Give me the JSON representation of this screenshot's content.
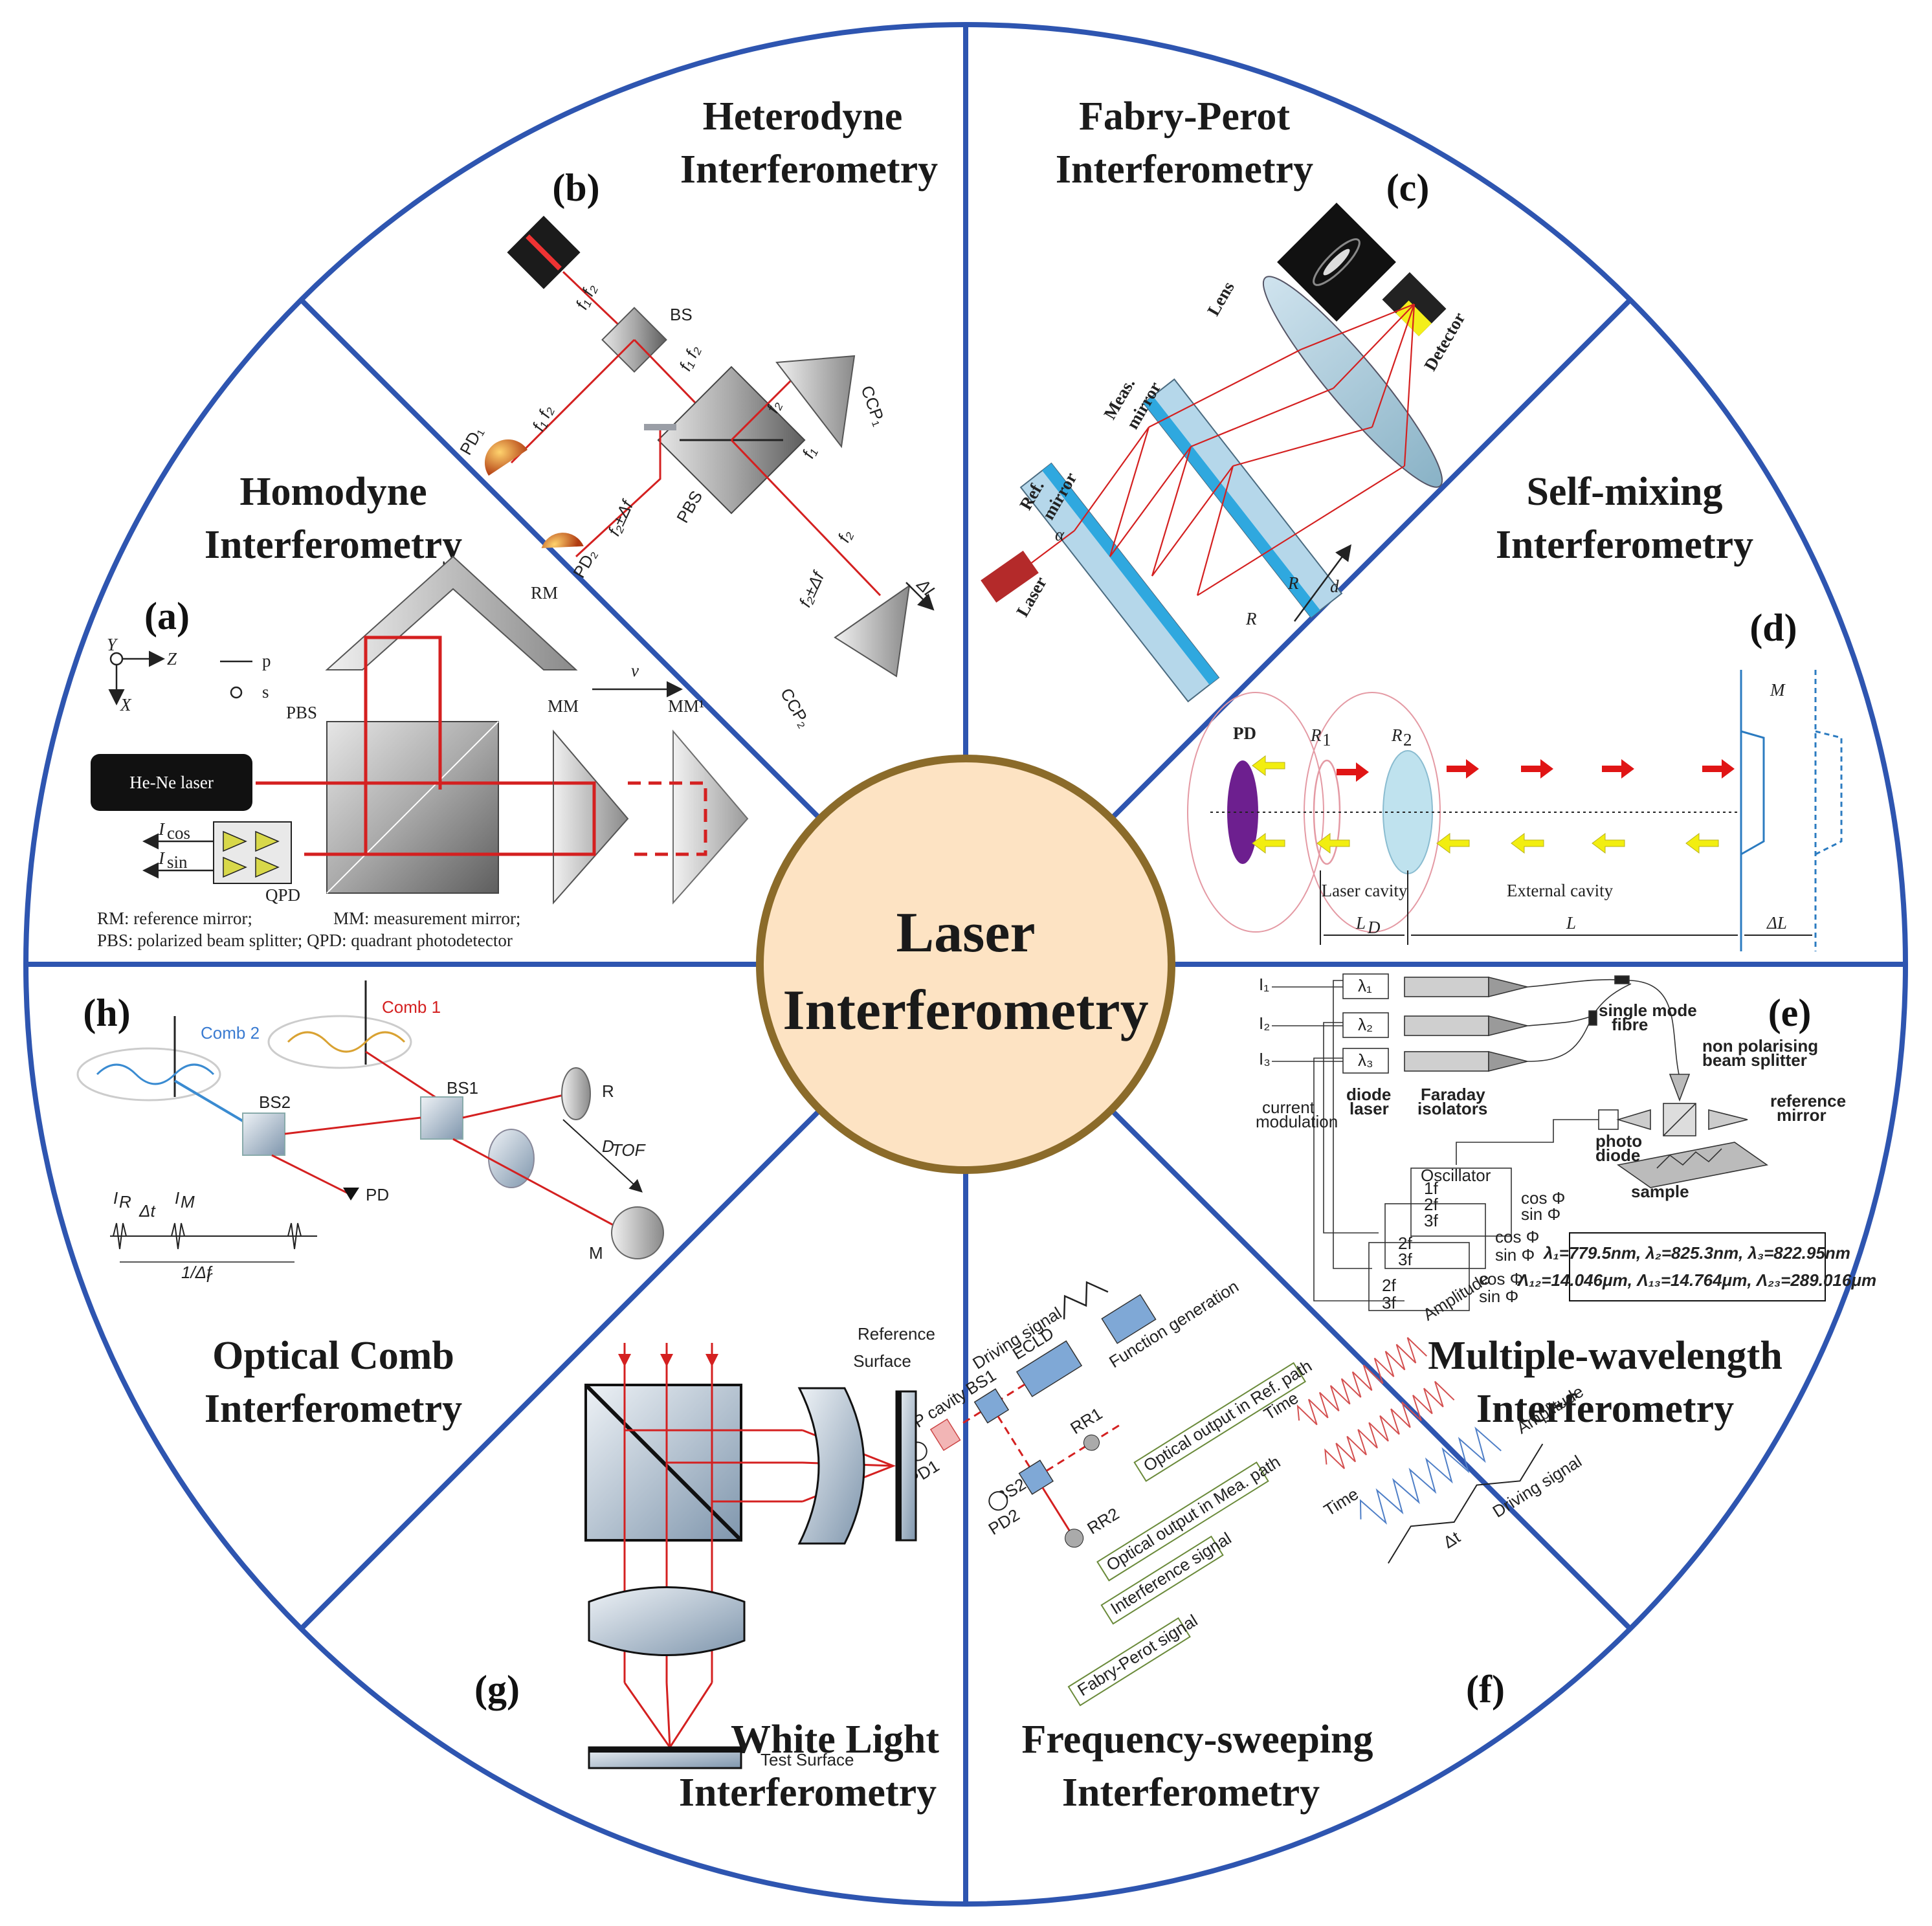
{
  "center": {
    "line1": "Laser",
    "line2": "Interferometry",
    "fill": "#fde3c3",
    "border": "#8b6b2a"
  },
  "frame": {
    "line_color": "#2e55b0"
  },
  "sectors": {
    "a": {
      "tag": "(a)",
      "title1": "Homodyne",
      "title2": "Interferometry",
      "labels": {
        "rm": "RM",
        "pbs": "PBS",
        "mm": "MM",
        "mm1": "MM¹",
        "v": "v",
        "laser": "He-Ne laser",
        "qpd": "QPD",
        "icos": "I",
        "icos_sub": "cos",
        "isin": "I",
        "isin_sub": "sin",
        "y": "Y",
        "z": "Z",
        "x": "X",
        "p": "p",
        "s": "s",
        "caption1": "RM: reference mirror;",
        "caption2": "MM: measurement mirror;",
        "caption3": "PBS: polarized beam splitter; QPD: quadrant photodetector"
      }
    },
    "b": {
      "tag": "(b)",
      "title1": "Heterodyne",
      "title2": "Interferometry",
      "labels": {
        "bs": "BS",
        "pbs": "PBS",
        "ccp1": "CCP₁",
        "ccp2": "CCP₂",
        "pd1": "PD₁",
        "pd2": "PD₂",
        "f1f2": "f₁ f₂",
        "f2": "f₂",
        "f1": "f₁",
        "f2df": "f₂±Δf",
        "dl": "ΔL"
      }
    },
    "c": {
      "tag": "(c)",
      "title1": "Fabry-Perot",
      "title2": "Interferometry",
      "labels": {
        "lens": "Lens",
        "detector": "Detector",
        "meas": "Meas.",
        "mirror": "mirror",
        "ref": "Ref.",
        "laser": "Laser",
        "alpha": "α",
        "r": "R",
        "d": "d"
      }
    },
    "d": {
      "tag": "(d)",
      "title1": "Self-mixing",
      "title2": "Interferometry",
      "labels": {
        "pd": "PD",
        "r1": "R",
        "r1_sub": "1",
        "r2": "R",
        "r2_sub": "2",
        "m": "M",
        "laser_cavity": "Laser cavity",
        "external_cavity": "External cavity",
        "ld": "L",
        "ld_sub": "D",
        "l": "L",
        "dl": "ΔL"
      }
    },
    "e": {
      "tag": "(e)",
      "title1": "Multiple-wavelength",
      "title2": "Interferometry",
      "labels": {
        "i1": "I₁",
        "i2": "I₂",
        "i3": "I₃",
        "l1": "λ₁",
        "l2": "λ₂",
        "l3": "λ₃",
        "smf1": "single mode",
        "smf2": "fibre",
        "npbs1": "non polarising",
        "npbs2": "beam splitter",
        "ref1": "reference",
        "ref2": "mirror",
        "photo1": "photo",
        "photo2": "diode",
        "sample": "sample",
        "cur1": "current",
        "cur2": "modulation",
        "dl1": "diode",
        "dl2": "laser",
        "fi1": "Faraday",
        "fi2": "isolators",
        "osc": "Oscillator",
        "h1": "1f",
        "h2": "2f",
        "h3": "3f",
        "cos": "cos Φ",
        "sin": "sin Φ",
        "wl": "λ₁=779.5nm, λ₂=825.3nm, λ₃=822.95nm",
        "sw": "Λ₁₂=14.046μm, Λ₁₃=14.764μm, Λ₂₃=289.016μm"
      }
    },
    "f": {
      "tag": "(f)",
      "title1": "Frequency-sweeping",
      "title2": "Interferometry",
      "labels": {
        "driving": "Driving signal",
        "funcgen": "Function generation",
        "ecld": "ECLD",
        "bs1": "BS1",
        "bs2": "BS2",
        "rr1": "RR1",
        "rr2": "RR2",
        "pd1": "PD1",
        "pd2": "PD2",
        "fp": "F-P cavity",
        "out_ref": "Optical output in Ref. path",
        "out_mea": "Optical output in Mea. path",
        "interf": "Interference signal",
        "fps": "Fabry-Perot signal",
        "time": "Time",
        "amp": "Amplitude",
        "dt": "Δt"
      }
    },
    "g": {
      "tag": "(g)",
      "title1": "White Light",
      "title2": "Interferometry",
      "labels": {
        "ref1": "Reference",
        "ref2": "Surface",
        "test": "Test Surface"
      }
    },
    "h": {
      "tag": "(h)",
      "title1": "Optical Comb",
      "title2": "Interferometry",
      "labels": {
        "comb1": "Comb 1",
        "comb2": "Comb 2",
        "bs1": "BS1",
        "bs2": "BS2",
        "r": "R",
        "m": "M",
        "pd": "PD",
        "dtof": "D",
        "dtof_sub": "TOF",
        "ir": "I",
        "ir_sub": "R",
        "im": "I",
        "im_sub": "M",
        "dt": "Δt",
        "period": "1/Δf",
        "period_sub": "r"
      }
    }
  }
}
